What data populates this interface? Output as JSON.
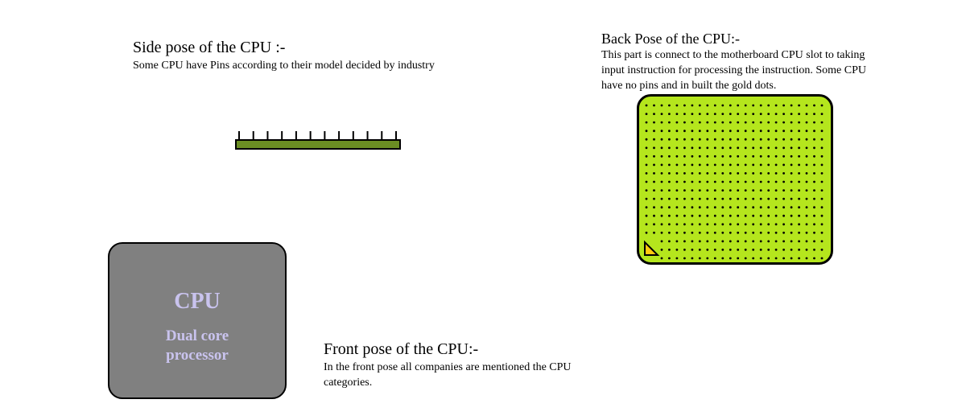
{
  "side_pose": {
    "heading": "Side pose of the CPU :-",
    "description": "Some CPU have Pins according to their model decided by industry",
    "pin_count": 12,
    "body_color": "#6b8e23"
  },
  "back_pose": {
    "heading": "Back Pose of the CPU:-",
    "description": "This part is connect to the motherboard CPU slot to taking input instruction for processing the instruction. Some CPU have no pins and in built the gold dots.",
    "dot_rows": 19,
    "dot_cols": 24,
    "board_color": "#b5e61d",
    "marker_color": "#ffc90e"
  },
  "front_pose": {
    "chip_title": "CPU",
    "chip_subtitle_line1": "Dual core",
    "chip_subtitle_line2": "processor",
    "heading": "Front pose of the CPU:-",
    "description": "In the front pose all companies are mentioned the CPU categories.",
    "chip_color": "#808080",
    "text_color": "#c9c3ee"
  }
}
